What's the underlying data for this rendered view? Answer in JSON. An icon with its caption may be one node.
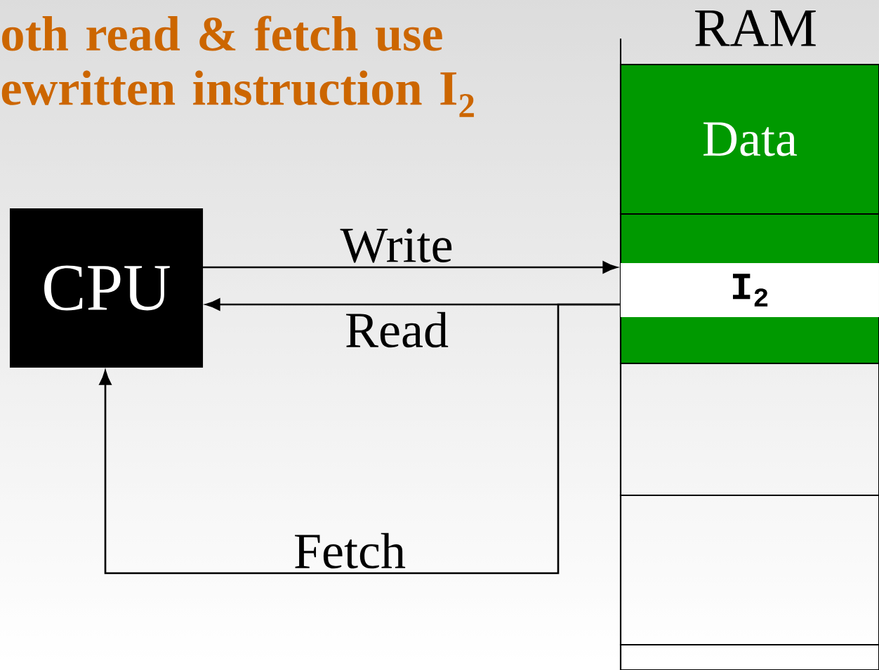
{
  "diagram": {
    "title": "oth read & fetch use ewritten instruction I$_{2}$",
    "nodes": [
      {
        "text": [
          "CPU"
        ]
      },
      {
        "text": [
          "RAM"
        ]
      },
      {
        "text": [
          "Data"
        ],
        "in": 1
      },
      {
        "text": [],
        "shape": "box",
        "in": 1
      },
      {
        "text": [
          "I$_{2}$"
        ],
        "in": 3
      },
      {
        "text": [],
        "shape": "box",
        "in": 1
      },
      {
        "text": [],
        "shape": "box",
        "in": 1
      },
      {
        "text": [],
        "shape": "box",
        "in": 1
      }
    ],
    "edges": [
      {
        "from": 0,
        "to": 3,
        "arrow": "to",
        "label": "Write"
      },
      {
        "from": 4,
        "to": 0,
        "arrow": "to",
        "label": "Read"
      },
      {
        "from": 4,
        "to": 0,
        "arrow": "to",
        "label": "Fetch"
      }
    ]
  }
}
